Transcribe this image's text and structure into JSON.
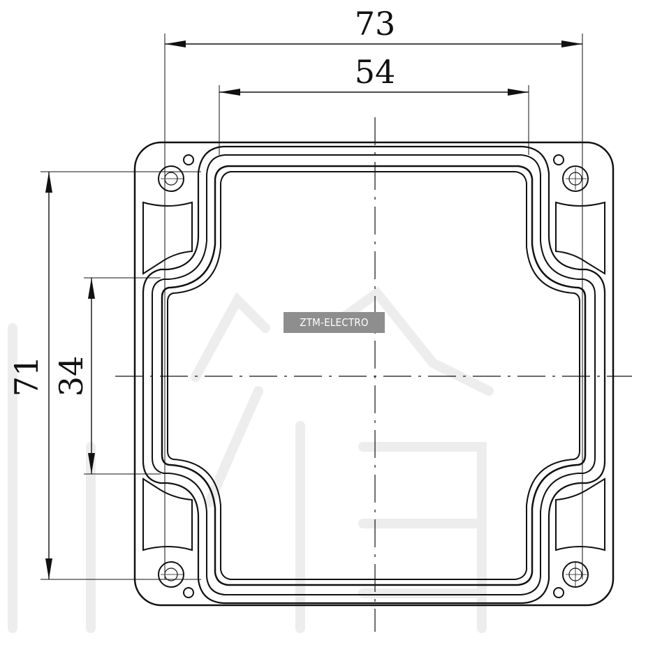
{
  "dimensions": {
    "outer_width": "73",
    "inner_width": "54",
    "outer_height": "71",
    "inner_height": "34"
  },
  "watermark": {
    "label": "ZTM-ELECTRO"
  },
  "colors": {
    "ink": "#111111",
    "badge_background": "#8e8e8e",
    "badge_text": "#ffffff"
  }
}
